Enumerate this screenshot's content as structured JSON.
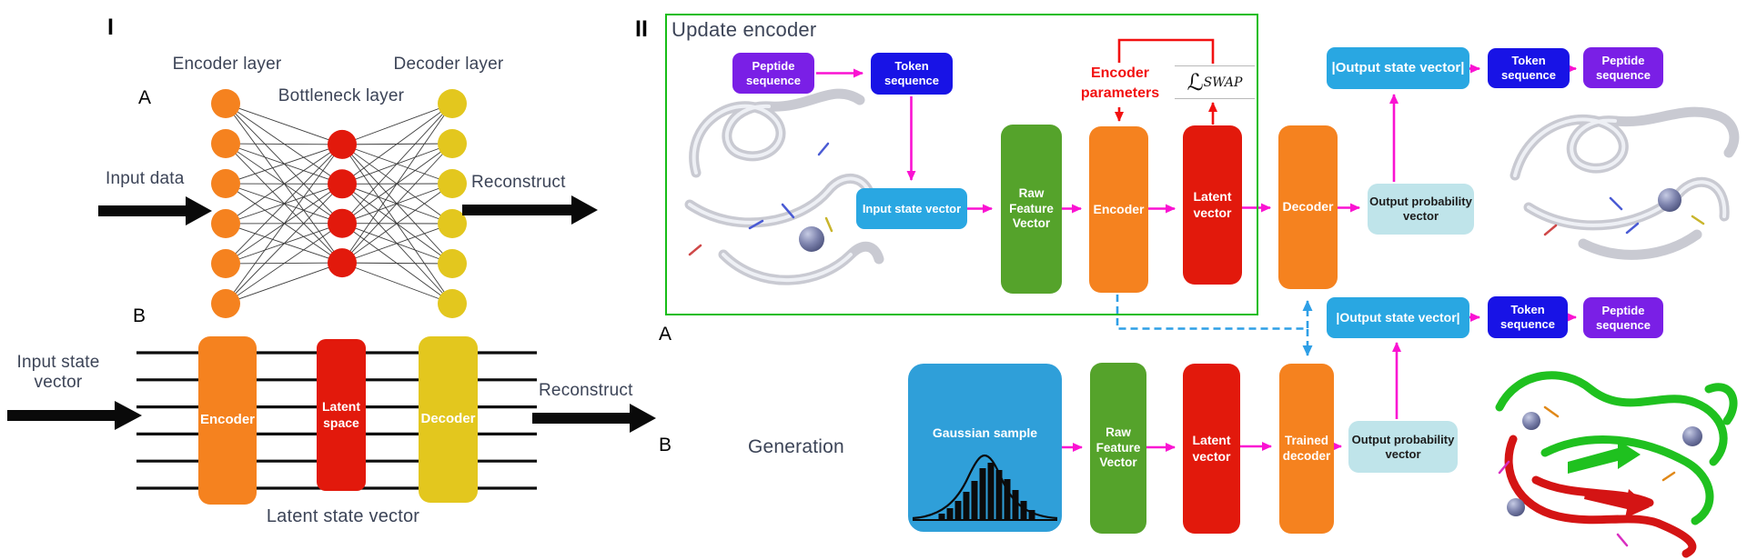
{
  "panel_i": {
    "label": "I",
    "sub_a": {
      "label": "A",
      "encoder_layer": "Encoder layer",
      "bottleneck_layer": "Bottleneck layer",
      "decoder_layer": "Decoder layer",
      "input_data": "Input data",
      "reconstruct": "Reconstruct"
    },
    "network": {
      "layers": [
        {
          "name": "encoder-layer",
          "color": "#F5821F",
          "count": 6,
          "step": 44
        },
        {
          "name": "bottleneck-layer",
          "color": "#E2190C",
          "count": 4,
          "step": 43.4
        },
        {
          "name": "decoder-layer",
          "color": "#E3C71E",
          "count": 6,
          "step": 44
        }
      ]
    },
    "sub_b": {
      "label": "B",
      "input_state_vector": "Input state vector",
      "encoder": "Encoder",
      "latent_space": "Latent space",
      "decoder": "Decoder",
      "reconstruct": "Reconstruct",
      "latent_state_vector": "Latent state vector",
      "signal_line_count": 6
    }
  },
  "panel_ii": {
    "label": "II",
    "update_encoder_title": "Update encoder",
    "row_a": {
      "label": "A",
      "peptide_sequence": "Peptide sequence",
      "token_sequence": "Token sequence",
      "input_state_vector": "Input state vector",
      "raw_feature_vector": "Raw Feature Vector",
      "encoder": "Encoder",
      "latent_vector": "Latent vector",
      "decoder": "Decoder",
      "output_probability_vector": "Output probability vector",
      "output_state_vector": "|Output state vector|",
      "out_token_sequence": "Token sequence",
      "out_peptide_sequence": "Peptide sequence",
      "encoder_parameters": "Encoder parameters",
      "loss_symbol": "ℒ",
      "loss_subscript": "SWAP"
    },
    "row_b": {
      "label": "B",
      "generation_title": "Generation",
      "gaussian_sample": "Gaussian sample",
      "raw_feature_vector": "Raw Feature Vector",
      "latent_vector": "Latent vector",
      "trained_decoder": "Trained decoder",
      "output_probability_vector": "Output probability vector",
      "output_state_vector": "|Output state vector|",
      "token_sequence": "Token sequence",
      "peptide_sequence": "Peptide sequence"
    }
  },
  "gaussian_histogram": {
    "bar_heights": [
      6,
      12,
      20,
      30,
      42,
      56,
      62,
      54,
      44,
      32,
      20,
      10
    ]
  },
  "accent_colors": {
    "orange": "#F5821F",
    "red": "#E2190C",
    "yellow": "#E3C71E",
    "green_block": "#55A32B",
    "green_frame": "#17BD17",
    "cyan": "#29A7E2",
    "light_cyan": "#BFE4EA",
    "blue": "#1813E6",
    "purple": "#7A1FE6",
    "gaussian_blue": "#2F9FD9",
    "magenta_arrow": "#FA12D2",
    "red_arrow": "#F21111",
    "dashed_blue": "#2E9FE6"
  }
}
